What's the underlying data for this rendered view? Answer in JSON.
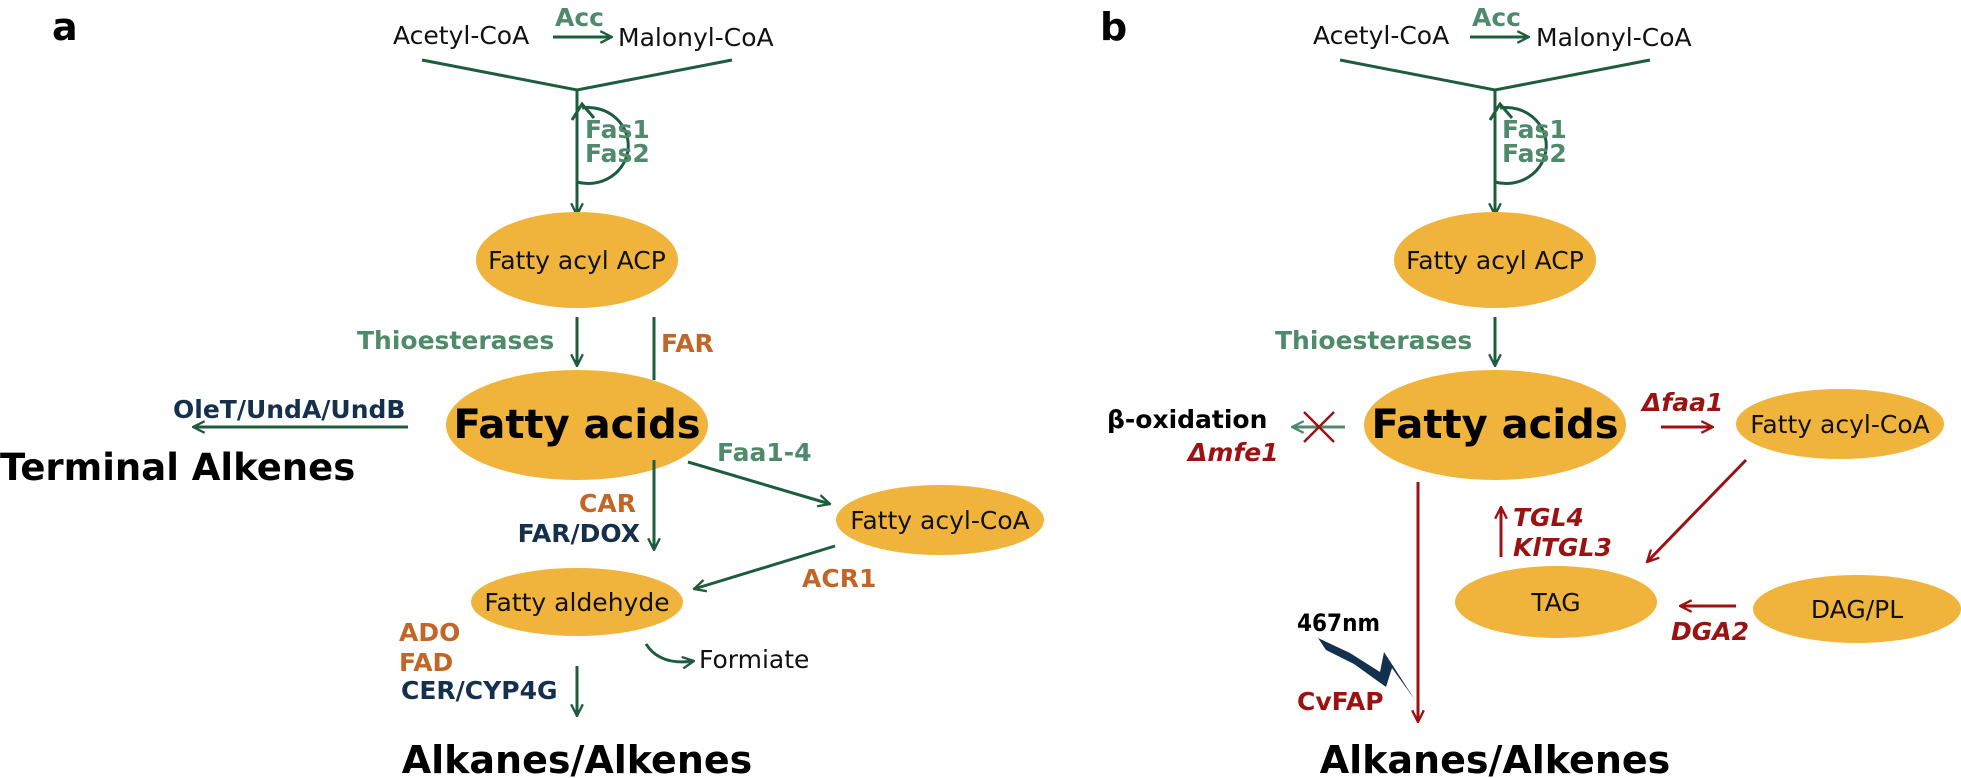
{
  "colors": {
    "node_fill": "#F0B43C",
    "arrow_green": "#1E5C3E",
    "label_green": "#4F8A6C",
    "label_orange": "#C26628",
    "label_navy": "#15304C",
    "label_red": "#9B1212",
    "lightning": "#13304D"
  },
  "panel_a": {
    "letter": "a",
    "acetyl_coa": "Acetyl-CoA",
    "malonyl_coa": "Malonyl-CoA",
    "acc": "Acc",
    "fas1": "Fas1",
    "fas2": "Fas2",
    "fatty_acyl_acp": "Fatty acyl ACP",
    "thioesterases": "Thioesterases",
    "far_top": "FAR",
    "fatty_acids": "Fatty acids",
    "olet": "OleT/UndA/UndB",
    "terminal_alkenes": "Terminal Alkenes",
    "faa": "Faa1-4",
    "fatty_acyl_coa": "Fatty acyl-CoA",
    "car": "CAR",
    "far_dox": "FAR/DOX",
    "acr1": "ACR1",
    "fatty_aldehyde": "Fatty aldehyde",
    "ado": "ADO",
    "fad": "FAD",
    "cer": "CER/CYP4G",
    "formiate": "Formiate",
    "alkanes": "Alkanes/Alkenes"
  },
  "panel_b": {
    "letter": "b",
    "acetyl_coa": "Acetyl-CoA",
    "malonyl_coa": "Malonyl-CoA",
    "acc": "Acc",
    "fas1": "Fas1",
    "fas2": "Fas2",
    "fatty_acyl_acp": "Fatty acyl ACP",
    "thioesterases": "Thioesterases",
    "fatty_acids": "Fatty acids",
    "beta_ox": "β-oxidation",
    "mfe1": "Δmfe1",
    "faa1": "Δfaa1",
    "fatty_acyl_coa": "Fatty acyl-CoA",
    "tgl4": "TGL4",
    "kitgl3": "KlTGL3",
    "tag": "TAG",
    "dag": "DAG/PL",
    "dga2": "DGA2",
    "nm": "467nm",
    "cvfap": "CvFAP",
    "alkanes": "Alkanes/Alkenes"
  }
}
